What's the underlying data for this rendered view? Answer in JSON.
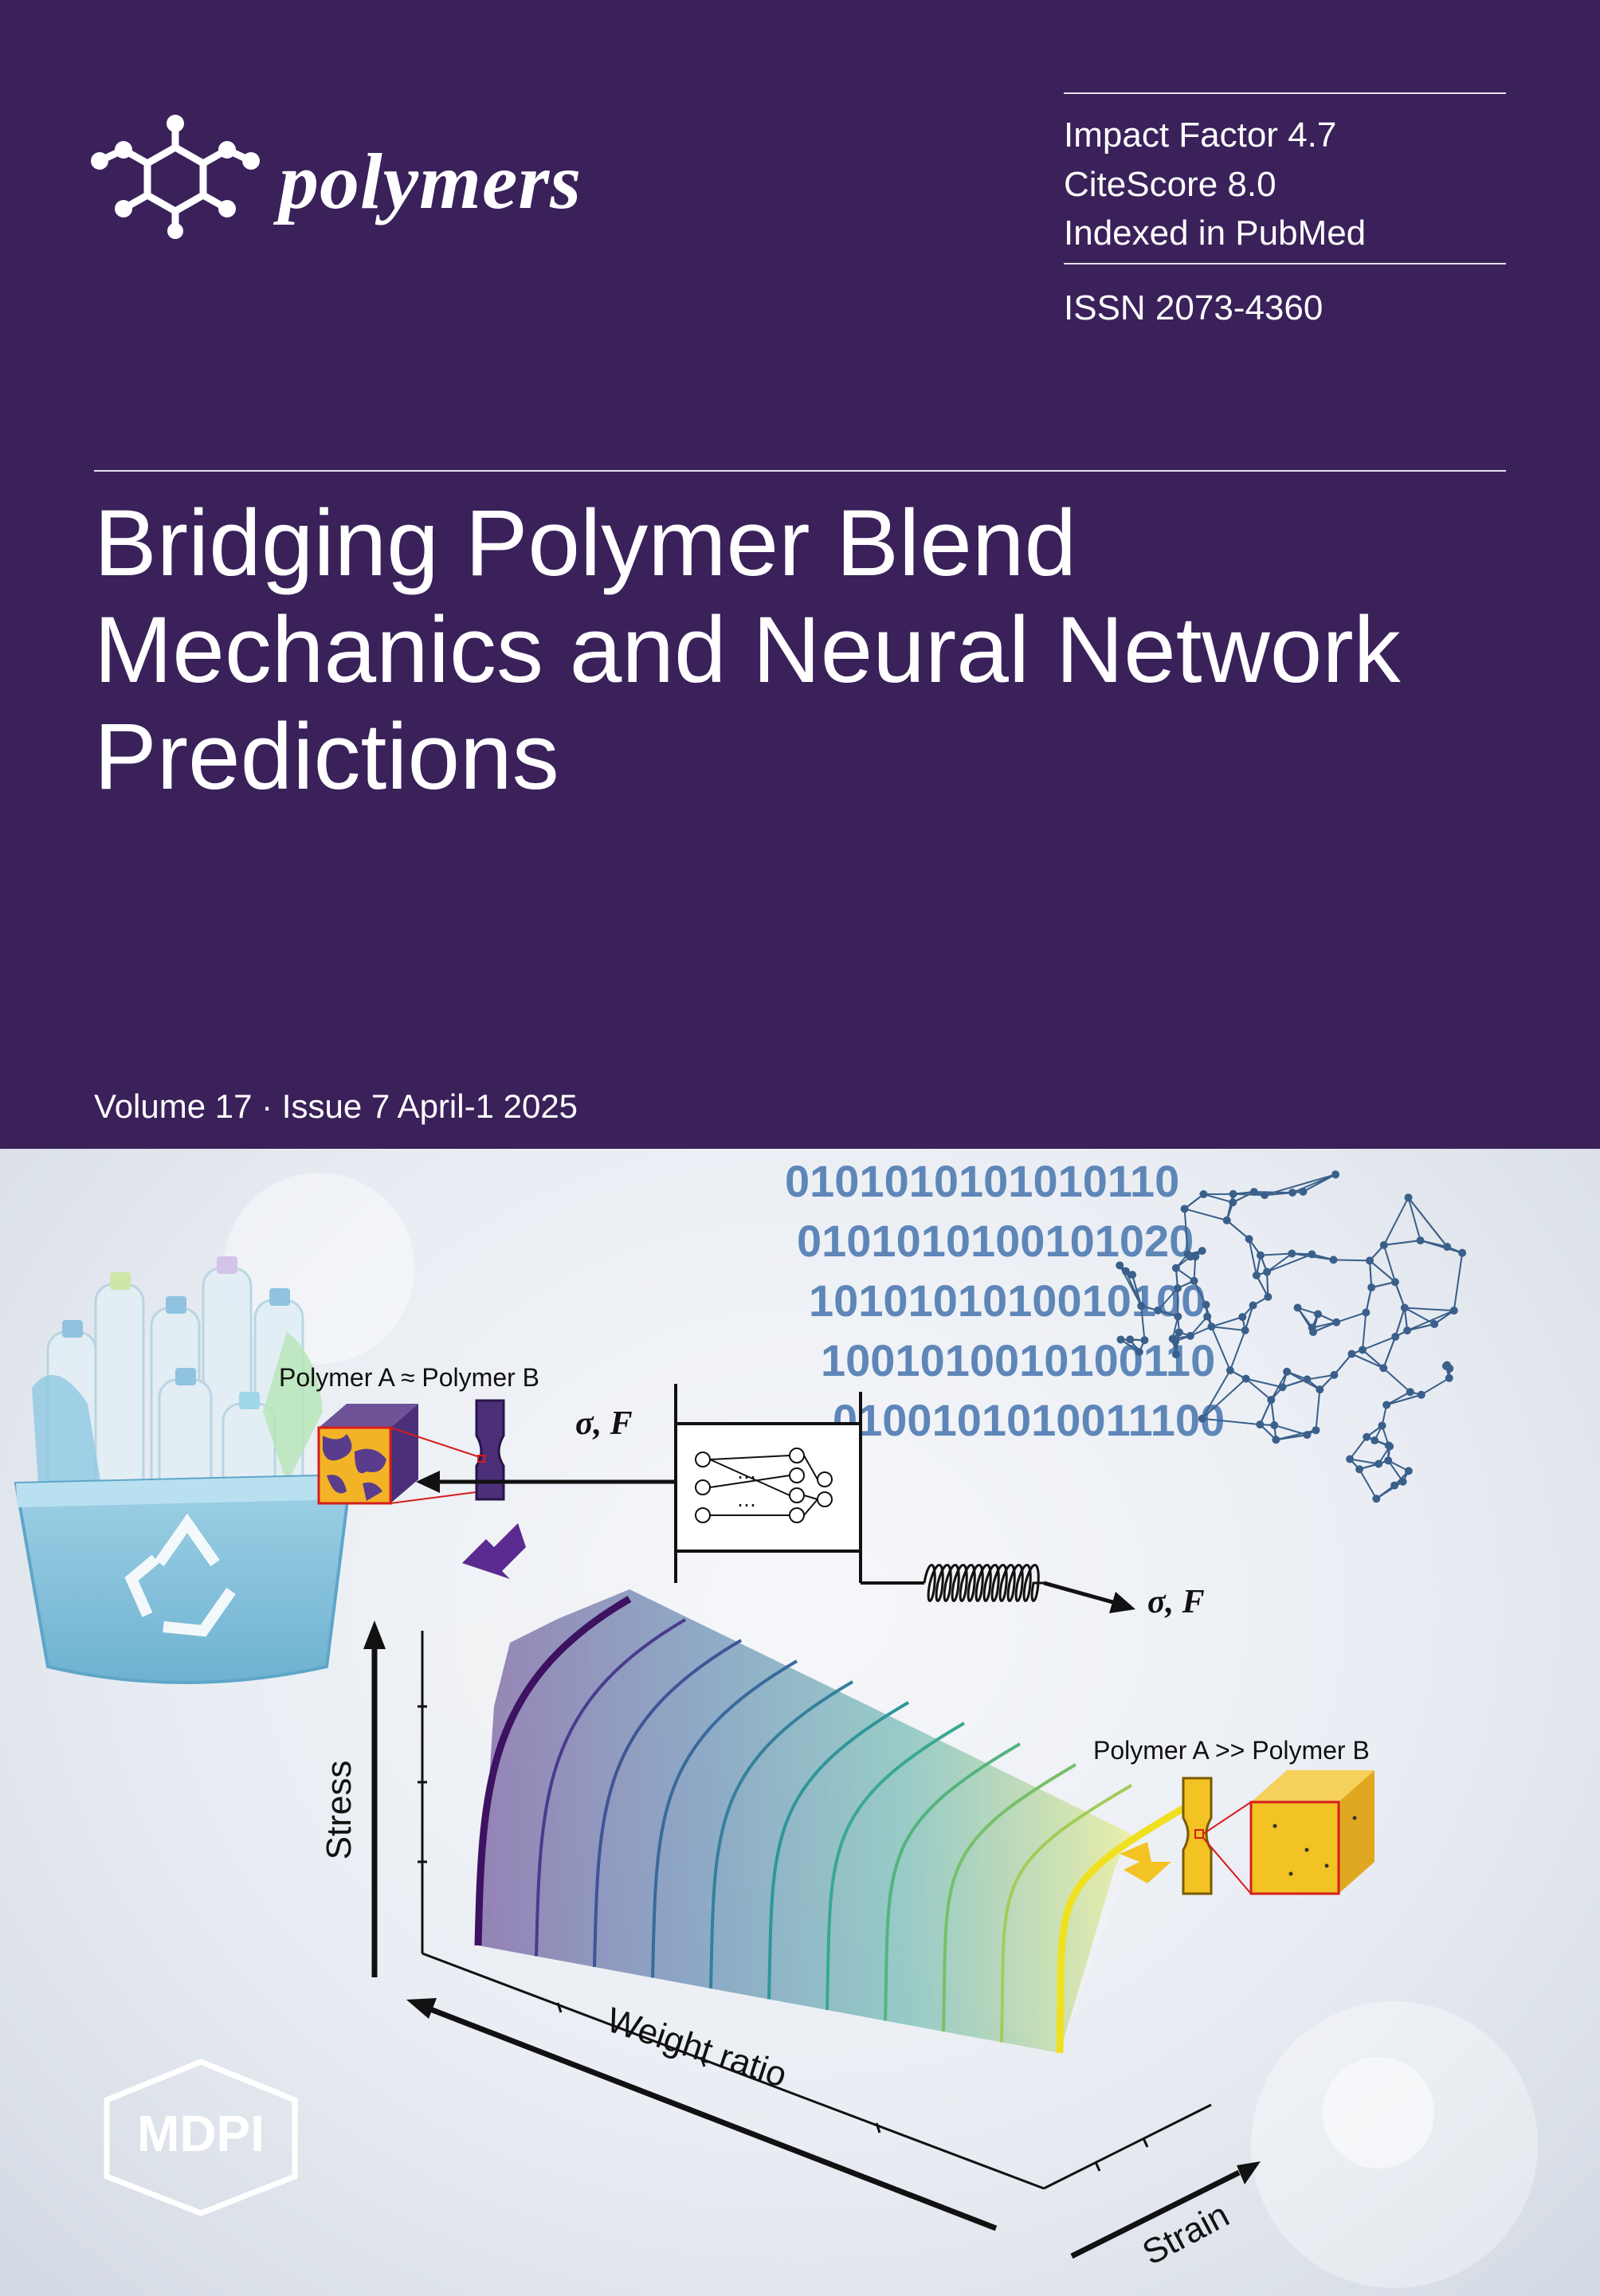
{
  "journal": {
    "name": "polymers"
  },
  "metrics": {
    "impact_factor": "Impact Factor 4.7",
    "citescore": "CiteScore 8.0",
    "indexed": "Indexed in PubMed",
    "issn": "ISSN 2073-4360"
  },
  "title_lines": [
    "Bridging Polymer Blend",
    "Mechanics and Neural Network",
    "Predictions"
  ],
  "volume": "Volume 17 · Issue 7 April-1 2025",
  "figure": {
    "label_top_left": "Polymer A  ≈ Polymer B",
    "label_right": "Polymer A  >> Polymer B",
    "sigma_left": "σ, F",
    "sigma_right": "σ, F",
    "axis_stress": "Stress",
    "axis_weight": "Weight ratio",
    "axis_strain": "Strain",
    "binary_lines": [
      "0101010101010110",
      "0101010100101020",
      "1010101010010100",
      "1001010010100110",
      "0100101010011100"
    ]
  },
  "publisher": "MDPI",
  "colors": {
    "band": "#3a215a",
    "purple_curve": "#3d1260",
    "yellow_curve": "#f0e020",
    "network": "#3a5f8a"
  }
}
